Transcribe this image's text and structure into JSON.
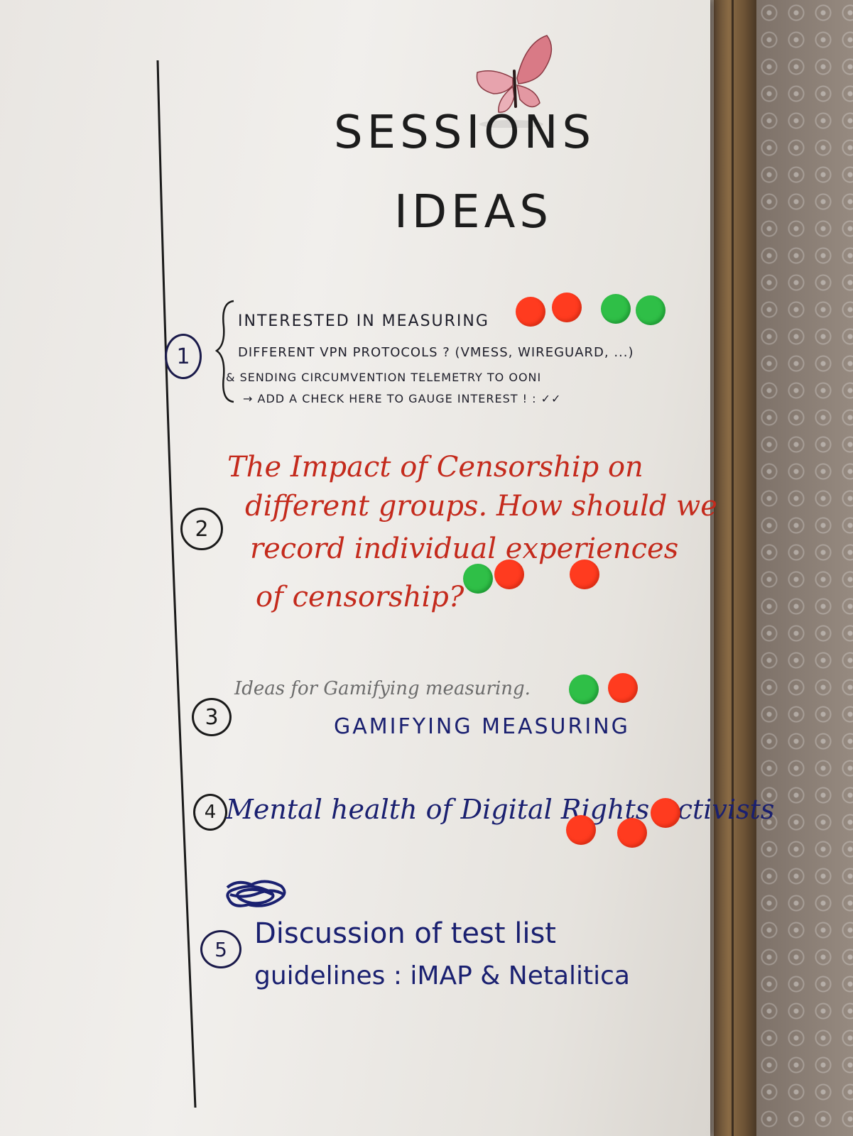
{
  "title": {
    "line1": "SESSIONS",
    "line2": "IDEAS"
  },
  "items": [
    {
      "number": "1",
      "lines": [
        "INTERESTED IN MEASURING",
        "DIFFERENT VPN PROTOCOLS ? (VMESS, WIREGUARD, ...)",
        "& SENDING CIRCUMVENTION TELEMETRY TO OONI",
        "→ ADD A CHECK HERE TO GAUGE INTEREST ! : ✓✓"
      ],
      "votes": [
        "red",
        "red",
        "green",
        "green"
      ]
    },
    {
      "number": "2",
      "lines": [
        "The Impact of Censorship on",
        "different groups. How should we",
        "record individual experiences",
        "of censorship?"
      ],
      "votes": [
        "green",
        "red",
        "red"
      ]
    },
    {
      "number": "3",
      "lines": [
        "Ideas for Gamifying measuring.",
        "GAMIFYING MEASURING"
      ],
      "votes": [
        "green",
        "red"
      ]
    },
    {
      "number": "4",
      "lines": [
        "Mental health of Digital Rights Activists"
      ],
      "votes": [
        "red",
        "red",
        "red"
      ]
    },
    {
      "number": "5",
      "lines": [
        "Discussion of test list",
        "guidelines : iMAP & Netalitica"
      ],
      "votes": []
    }
  ],
  "colors": {
    "vote_red": "#ff3b1f",
    "vote_green": "#2fbf47",
    "ink_red": "#c42a1c",
    "ink_navy": "#1a2070"
  },
  "icons": [
    "butterfly-sticker",
    "scribble-mark"
  ]
}
